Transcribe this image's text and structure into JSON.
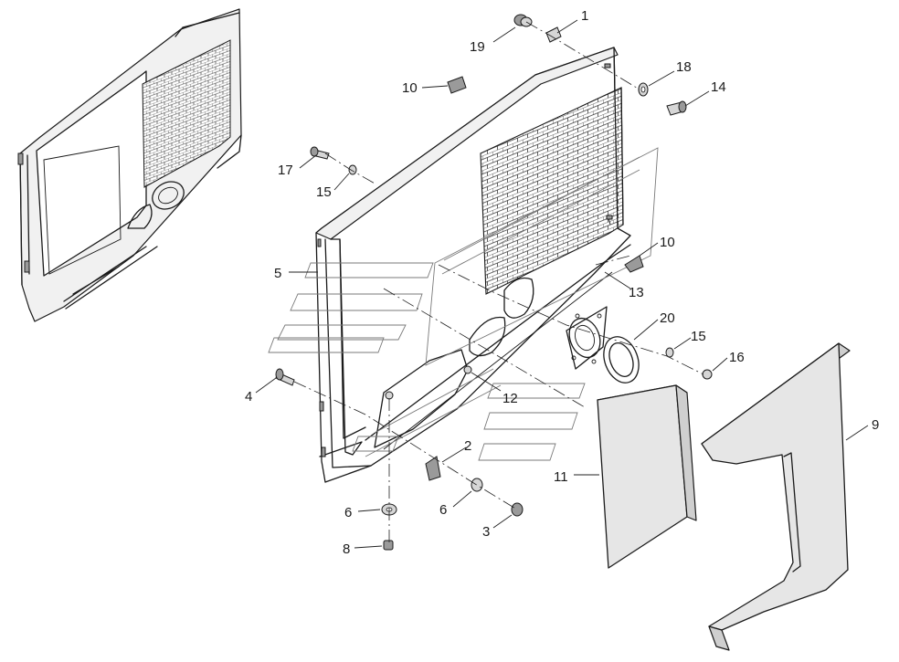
{
  "callouts": [
    {
      "id": "c1",
      "label": "1"
    },
    {
      "id": "c19",
      "label": "19"
    },
    {
      "id": "c18",
      "label": "18"
    },
    {
      "id": "c14",
      "label": "14"
    },
    {
      "id": "c10a",
      "label": "10"
    },
    {
      "id": "c17",
      "label": "17"
    },
    {
      "id": "c15a",
      "label": "15"
    },
    {
      "id": "c10b",
      "label": "10"
    },
    {
      "id": "c5",
      "label": "5"
    },
    {
      "id": "c13",
      "label": "13"
    },
    {
      "id": "c20",
      "label": "20"
    },
    {
      "id": "c15b",
      "label": "15"
    },
    {
      "id": "c16",
      "label": "16"
    },
    {
      "id": "c4",
      "label": "4"
    },
    {
      "id": "c12",
      "label": "12"
    },
    {
      "id": "c9",
      "label": "9"
    },
    {
      "id": "c2",
      "label": "2"
    },
    {
      "id": "c11",
      "label": "11"
    },
    {
      "id": "c6a",
      "label": "6"
    },
    {
      "id": "c6b",
      "label": "6"
    },
    {
      "id": "c3",
      "label": "3"
    },
    {
      "id": "c8",
      "label": "8"
    }
  ]
}
